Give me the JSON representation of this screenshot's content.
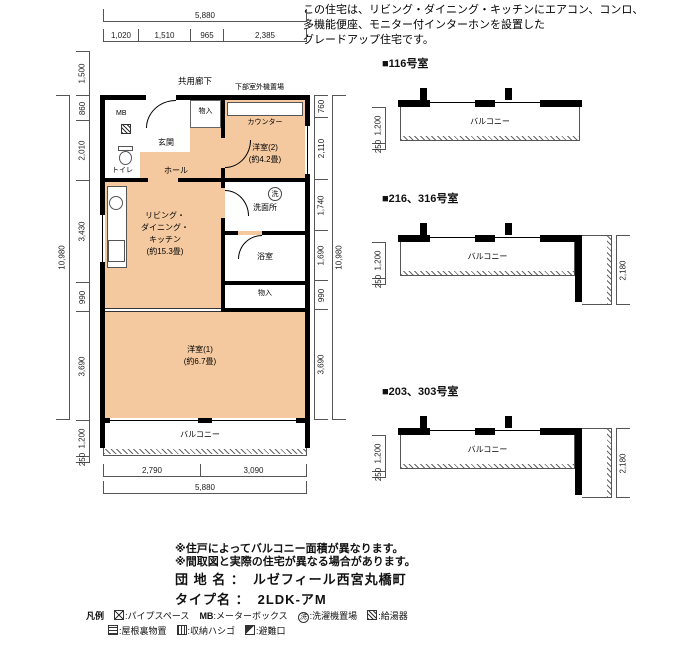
{
  "header_note_lines": [
    "この住宅は、リビング・ダイニング・キッチンにエアコン、コンロ、",
    "多機能便座、モニター付インターホンを設置した",
    "グレードアップ住宅です。"
  ],
  "plan": {
    "corridor": "共用廊下",
    "outdoor_unit": "下部室外機置場",
    "mb": "MB",
    "entrance": "玄関",
    "storage_top": "物入",
    "counter": "カウンター",
    "toilet": "トイレ",
    "hall": "ホール",
    "bedroom2": {
      "name": "洋室(2)",
      "area": "(約4.2畳)"
    },
    "ldk": {
      "line1": "リビング・",
      "line2": "ダイニング・",
      "line3": "キッチン",
      "area": "(約15.3畳)"
    },
    "washroom": "洗面所",
    "washer": "洗",
    "bath": "浴室",
    "storage_mid": "物入",
    "bedroom1": {
      "name": "洋室(1)",
      "area": "(約6.7畳)"
    },
    "balcony": "バルコニー"
  },
  "dims": {
    "top_total": "5,880",
    "top_segments": [
      "1,020",
      "1,510",
      "965",
      "2,385"
    ],
    "left_outer": "10,980",
    "left_segments": [
      "1,500",
      "860",
      "2,010",
      "3,430",
      "990",
      "3,690",
      "1,200",
      "250"
    ],
    "right_segments": [
      "760",
      "2,110",
      "1,740",
      "1,690",
      "990",
      "3,690"
    ],
    "right_outer": "10,980",
    "bottom_segments": [
      "2,790",
      "3,090"
    ],
    "bottom_total": "5,880"
  },
  "units": [
    {
      "label": "■116号室",
      "balcony": "バルコニー",
      "dim_depth": "1,200",
      "dim_rail": "250"
    },
    {
      "label": "■216、316号室",
      "balcony": "バルコニー",
      "dim_depth": "1,200",
      "dim_rail": "250",
      "dim_side": "2,180"
    },
    {
      "label": "■203、303号室",
      "balcony": "バルコニー",
      "dim_depth": "1,200",
      "dim_rail": "250",
      "dim_side": "2,180"
    }
  ],
  "footer": {
    "note1": "※住戸によってバルコニー面積が異なります。",
    "note2": "※間取図と実際の住宅が異なる場合があります。",
    "estate_label": "団 地 名 ：",
    "estate_name": "ルゼフィール西宮丸橋町",
    "type_label": "タイプ名 ：",
    "type_name": "2LDK-アM"
  },
  "legend": {
    "title": "凡例",
    "items": [
      {
        "sym": "",
        "label": ":パイプスペース"
      },
      {
        "sym": "MB",
        "label": ":メーターボックス"
      },
      {
        "sym": "洗",
        "label": ":洗濯機置場"
      },
      {
        "sym": "",
        "label": ":給湯器"
      },
      {
        "sym": "",
        "label": ":屋根裏物置"
      },
      {
        "sym": "",
        "label": ":収納ハシゴ"
      },
      {
        "sym": "",
        "label": ":避難口"
      }
    ]
  },
  "colors": {
    "room_fill": "#f4c9a0",
    "wall": "#000000"
  }
}
